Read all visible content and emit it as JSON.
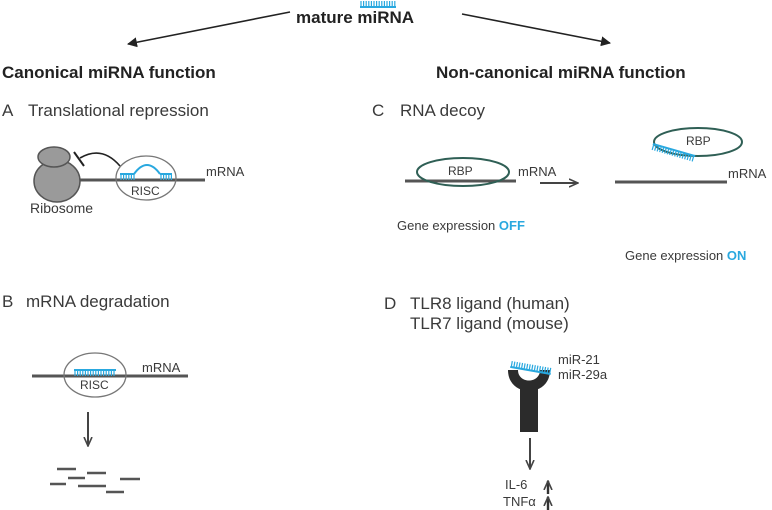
{
  "top": {
    "label": "mature miRNA"
  },
  "headers": {
    "canonical": "Canonical miRNA function",
    "noncanonical": "Non-canonical miRNA function"
  },
  "panels": {
    "A": {
      "letter": "A",
      "title": "Translational repression",
      "mrna": "mRNA",
      "risc": "RISC",
      "ribosome": "Ribosome"
    },
    "B": {
      "letter": "B",
      "title": "mRNA degradation",
      "mrna": "mRNA",
      "risc": "RISC"
    },
    "C": {
      "letter": "C",
      "title": "RNA decoy",
      "rbp_left": "RBP",
      "rbp_right": "RBP",
      "mrna_left": "mRNA",
      "mrna_right": "mRNA",
      "gene_expr": "Gene expression",
      "off": "OFF",
      "on": "ON"
    },
    "D": {
      "letter": "D",
      "line1": "TLR8 ligand (human)",
      "line2": "TLR7 ligand (mouse)",
      "mir1": "miR-21",
      "mir2": "miR-29a",
      "il6": "IL-6",
      "tnfa": "TNFα"
    }
  },
  "colors": {
    "mirna": "#29a8df",
    "line": "#555555",
    "ribosome": "#9a9a9a",
    "rbp": "#2f5f55"
  }
}
